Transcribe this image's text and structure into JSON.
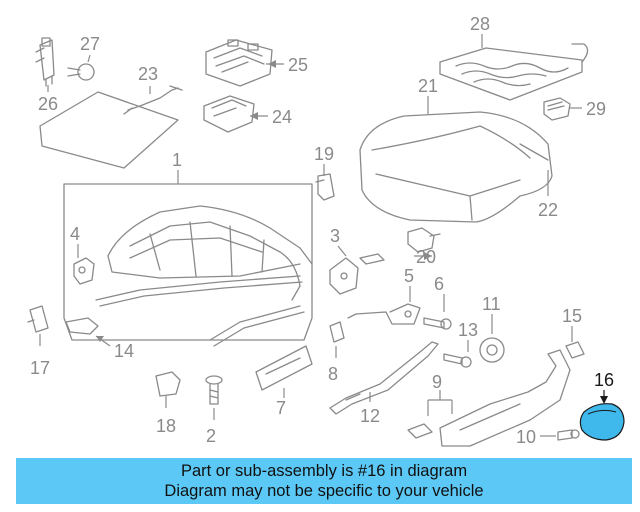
{
  "diagram": {
    "callouts": [
      "1",
      "2",
      "3",
      "4",
      "5",
      "6",
      "7",
      "8",
      "9",
      "10",
      "11",
      "12",
      "13",
      "14",
      "15",
      "16",
      "17",
      "18",
      "19",
      "20",
      "21",
      "22",
      "23",
      "24",
      "25",
      "26",
      "27",
      "28",
      "29"
    ],
    "highlighted_part": "16",
    "colors": {
      "line": "#8a8a8a",
      "highlight_part": "#3fb8ec",
      "banner": "#5bc8f5",
      "highlight_text": "#1a1a1a"
    }
  },
  "banner": {
    "line1": "Part or sub-assembly is #16 in diagram",
    "line2": "Diagram may not be specific to your vehicle"
  }
}
